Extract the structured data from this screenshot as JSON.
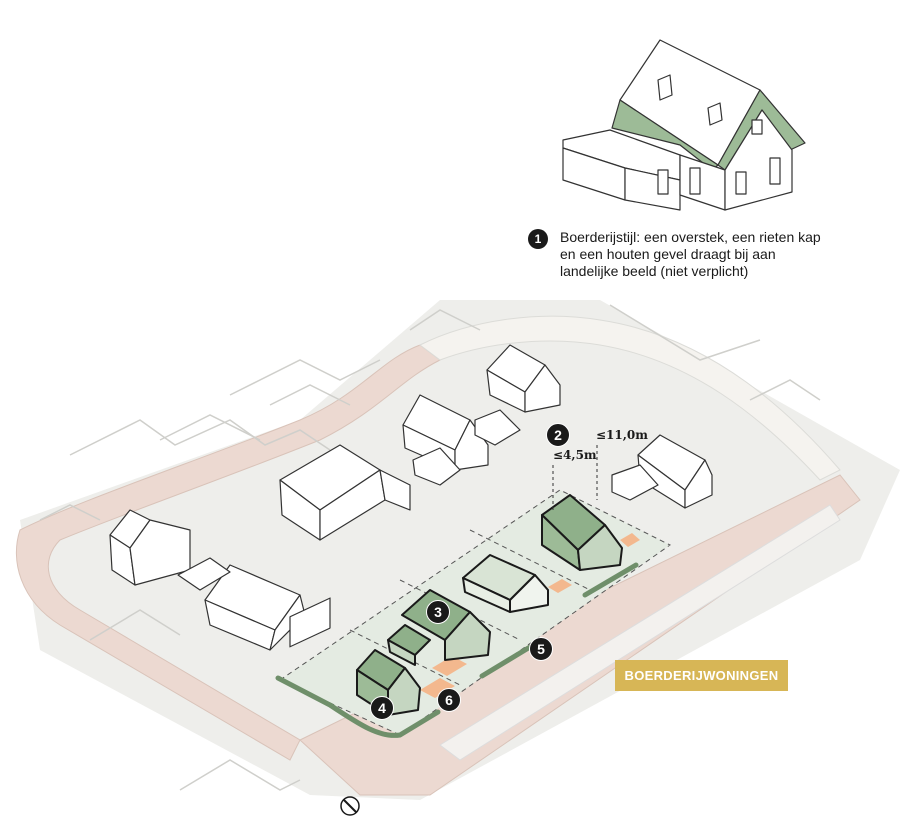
{
  "colors": {
    "ground": "#eeeeeb",
    "road": "#ecd9d1",
    "plot": "#e4ebe2",
    "green_house": "#8fb08a",
    "orange": "#f3b88e",
    "hedge": "#6f8f6a",
    "tag_bg": "#d7b656"
  },
  "caption": {
    "number": "1",
    "text": "Boerderijstijl: een overstek, een rieten kap en een houten gevel draagt bij aan landelijke beeld (niet verplicht)"
  },
  "dimensions": {
    "eave_height": "≤4,5m",
    "ridge_height": "≤11,0m"
  },
  "markers": [
    "2",
    "3",
    "4",
    "5",
    "6"
  ],
  "tag": "BOERDERIJWONINGEN"
}
